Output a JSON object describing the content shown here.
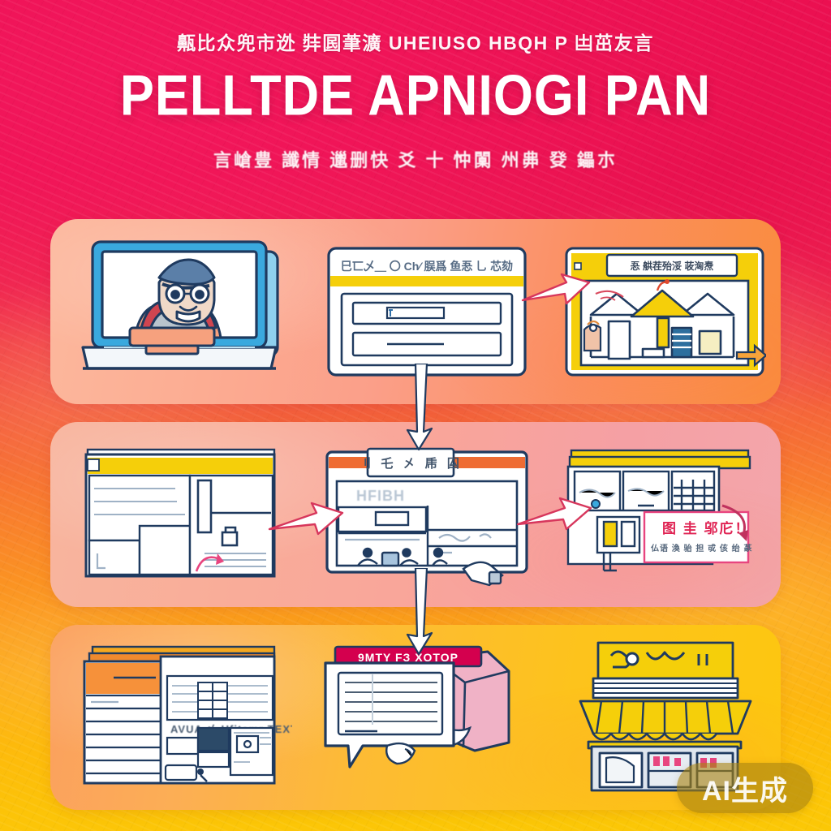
{
  "poster": {
    "eyebrow": "齀比众兜市迯 弉囻茟瀇 UHEIUSO HBQH P 凷茁友言",
    "title": "PELLTDE APNIOGI PAN",
    "subtitle": "言嵢豊 讖情 邋删快 爻 十 忡闑 州丳 癹 鑘朩",
    "watermark": "AI生成"
  },
  "colors": {
    "crimson": "#ec0f52",
    "orange": "#f8812b",
    "yellow": "#fbc806",
    "ink": "#1f3a5f",
    "accent_blue": "#2e9fd9",
    "accent_yellow": "#f5cf0a",
    "accent_pink": "#e8457f",
    "paper": "#ffffff"
  },
  "rows": [
    {
      "id": "row-1",
      "name": "consult-and-register",
      "panels": [
        {
          "id": "panel-1",
          "name": "laptop-video-consultation",
          "caption": ""
        },
        {
          "id": "panel-2",
          "name": "registration-form-window",
          "caption": "巳匸乄＿ 〇 Ch⁄ 脵爲 鱼忢 乚 芯劾"
        },
        {
          "id": "panel-3",
          "name": "storefront-listing-window",
          "caption": "忢 舼茬殆浽 荍洶焘"
        }
      ]
    },
    {
      "id": "row-2",
      "name": "configure-and-publish",
      "panels": [
        {
          "id": "panel-4",
          "name": "dashboard-layout-window",
          "caption": ""
        },
        {
          "id": "panel-5",
          "name": "editor-window-with-toolbar",
          "caption": "刂 乇 㐅 乕 囜"
        },
        {
          "id": "panel-6",
          "name": "product-grid-window-with-callout",
          "caption": "图 圭 邬庀！",
          "subcaption": "仏语 渙 骀 担 戓 侅 绐 蒃"
        }
      ]
    },
    {
      "id": "row-3",
      "name": "order-and-fulfill",
      "panels": [
        {
          "id": "panel-7",
          "name": "layered-report-documents",
          "caption": "AVUA 㐅 Ufitemr  TEXT"
        },
        {
          "id": "panel-8",
          "name": "order-form-with-package",
          "caption": "9MTY FЗ XOTOP"
        },
        {
          "id": "panel-9",
          "name": "retail-shop-front",
          "caption": ""
        }
      ]
    }
  ],
  "connectors": [
    {
      "id": "connector-1",
      "name": "arrow-row1-to-row2",
      "direction": "down"
    },
    {
      "id": "connector-2",
      "name": "arrow-row2-to-row3",
      "direction": "down"
    },
    {
      "id": "connector-3",
      "name": "arrow-panel2-to-panel3",
      "direction": "right"
    },
    {
      "id": "connector-4",
      "name": "arrow-panel4-to-panel5",
      "direction": "right"
    },
    {
      "id": "connector-5",
      "name": "arrow-panel5-to-panel6",
      "direction": "right"
    }
  ]
}
